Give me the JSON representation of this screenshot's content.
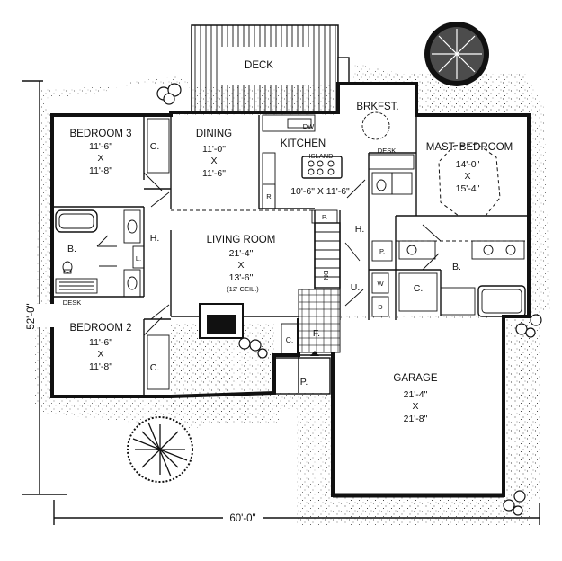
{
  "plan": {
    "dimensions": {
      "width": "60'-0\"",
      "depth": "52'-0\""
    },
    "rooms": {
      "deck": {
        "name": "DECK"
      },
      "brkfst": {
        "name": "BRKFST."
      },
      "kitchen": {
        "name": "KITCHEN",
        "size": "10'-6\" X 11'-6\"",
        "island": "ISLAND",
        "dw": "DW",
        "r": "R"
      },
      "dining": {
        "name": "DINING",
        "w": "11'-0\"",
        "x": "X",
        "d": "11'-6\""
      },
      "bedroom3": {
        "name": "BEDROOM 3",
        "w": "11'-6\"",
        "x": "X",
        "d": "11'-8\"",
        "closet": "C."
      },
      "bedroom2": {
        "name": "BEDROOM 2",
        "w": "11'-6\"",
        "x": "X",
        "d": "11'-8\"",
        "closet": "C."
      },
      "hall_left": {
        "label": "H."
      },
      "bath_left": {
        "label": "B.",
        "linen": "L.",
        "desk": "DESK"
      },
      "living": {
        "name": "LIVING ROOM",
        "w": "21'-4\"",
        "x": "X",
        "d": "13'-6\"",
        "note": "(12' CEIL.)"
      },
      "master": {
        "name": "MAST. BEDROOM",
        "w": "14'-0\"",
        "x": "X",
        "d": "15'-4\"",
        "desk": "DESK"
      },
      "hall_right": {
        "label": "H."
      },
      "pantry": {
        "label": "P."
      },
      "pantry2": {
        "label": "P."
      },
      "bath_master": {
        "label": "B.",
        "closet": "C."
      },
      "utility": {
        "label": "U.",
        "w": "W",
        "d": "D"
      },
      "stair": {
        "dn": "DN"
      },
      "foyer": {
        "label": "F.",
        "closet": "C."
      },
      "porch": {
        "label": "P."
      },
      "garage": {
        "name": "GARAGE",
        "w": "21'-4\"",
        "x": "X",
        "d": "21'-8\""
      }
    }
  }
}
